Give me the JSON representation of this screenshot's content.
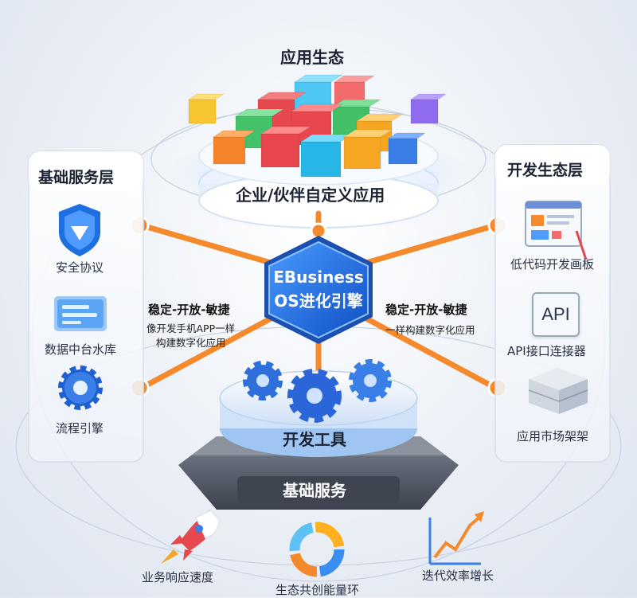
{
  "top": {
    "title": "应用生态",
    "platform_label": "企业/伙伴自定义应用"
  },
  "left_panel": {
    "title": "基础服务层",
    "items": [
      {
        "label": "安全协议",
        "icon": "shield-icon"
      },
      {
        "label": "数据中台水库",
        "icon": "data-card-icon"
      },
      {
        "label": "流程引擎",
        "icon": "gear-icon"
      }
    ]
  },
  "right_panel": {
    "title": "开发生态层",
    "items": [
      {
        "label": "低代码开发画板",
        "icon": "canvas-board-icon"
      },
      {
        "label": "API接口连接器",
        "icon": "api-icon",
        "badge": "API"
      },
      {
        "label": "应用市场架架",
        "icon": "shelf-icon"
      }
    ]
  },
  "core": {
    "line1": "EBusiness",
    "line2": "OS进化引擎"
  },
  "left_tag": {
    "title": "稳定-开放-敏捷",
    "sub1": "像开发手机APP一样",
    "sub2": "构建数字化应用"
  },
  "right_tag": {
    "title": "稳定-开放-敏捷",
    "sub1": "一样构建数字化应用"
  },
  "dev_tools": {
    "label": "开发工具"
  },
  "base_service": {
    "label": "基础服务"
  },
  "bottom": {
    "items": [
      {
        "label": "业务响应速度",
        "icon": "rocket-icon"
      },
      {
        "label": "生态共创能量环",
        "icon": "ring-icon"
      },
      {
        "label": "迭代效率增长",
        "icon": "growth-chart-icon"
      }
    ]
  },
  "colors": {
    "orange": "#f58a2c",
    "core_blue": "#1f6fe0",
    "gear_blue": "#3a7ee8",
    "base_dark": "#4d5461"
  }
}
